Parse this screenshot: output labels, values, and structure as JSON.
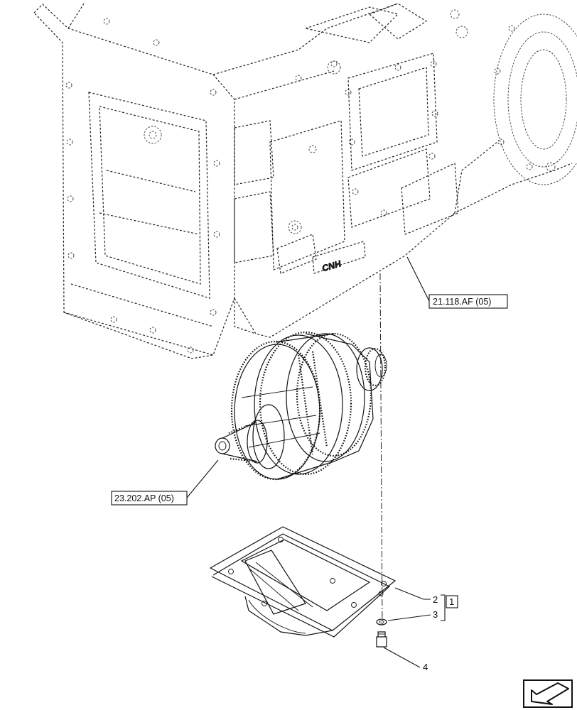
{
  "references": {
    "housing_ref": "21.118.AF (05)",
    "pto_ref": "23.202.AP (05)"
  },
  "callouts": {
    "item2": "2",
    "item3": "3",
    "item4": "4",
    "kit": "1"
  },
  "housing_brand": "CNH",
  "icons": {
    "nav_arrow": "arrow-down-left-icon"
  }
}
